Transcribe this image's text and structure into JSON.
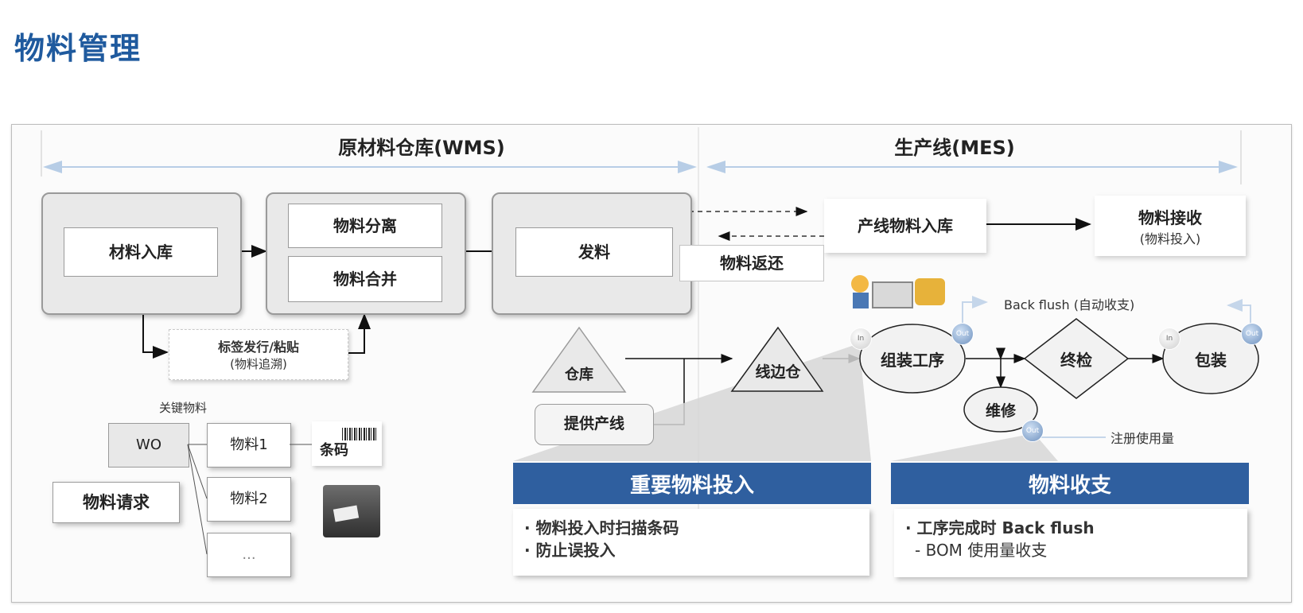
{
  "page_title": "物料管理",
  "sections": {
    "wms": "原材料仓库(WMS)",
    "mes": "生产线(MES)"
  },
  "wms": {
    "material_in": "材料入库",
    "split": "物料分离",
    "merge": "物料合并",
    "issue": "发料",
    "label_line1": "标签发行/粘贴",
    "label_line2": "(物料追溯)",
    "key_material": "关键物料",
    "wo": "WO",
    "materials": [
      "物料1",
      "物料2",
      "..."
    ],
    "barcode": "条码",
    "request": "物料请求"
  },
  "mes": {
    "line_in": "产线物料入库",
    "receive": "物料接收",
    "receive_sub": "(物料投入)",
    "return": "物料返还",
    "warehouse": "仓库",
    "supply_line": "提供产线",
    "line_side": "线边仓",
    "assembly": "组装工序",
    "inspection": "终检",
    "repair": "维修",
    "packing": "包装",
    "backflush": "Back flush (自动收支)",
    "register": "注册使用量",
    "io_in": "In",
    "io_out": "Out"
  },
  "bottom": {
    "left_title": "重要物料投入",
    "left_items": [
      "· 物料投入时扫描条码",
      "· 防止误投入"
    ],
    "right_title": "物料收支",
    "right_item1": "· 工序完成时 Back flush",
    "right_item2": "- BOM 使用量收支"
  },
  "colors": {
    "title": "#1f5a9e",
    "bar": "#2f5f9f",
    "range_arrow": "#b7cde6"
  }
}
